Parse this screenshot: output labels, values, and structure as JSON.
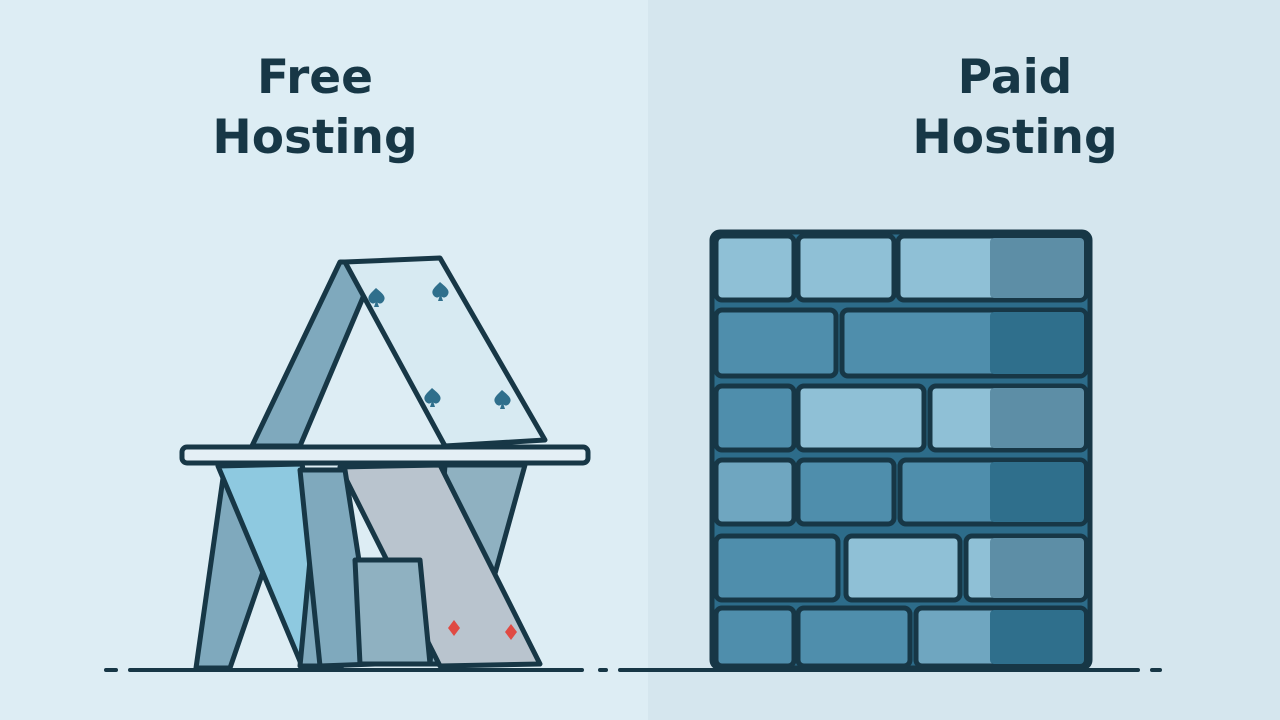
{
  "free": {
    "line1": "Free",
    "line2": "Hosting"
  },
  "paid": {
    "line1": "Paid",
    "line2": "Hosting"
  }
}
